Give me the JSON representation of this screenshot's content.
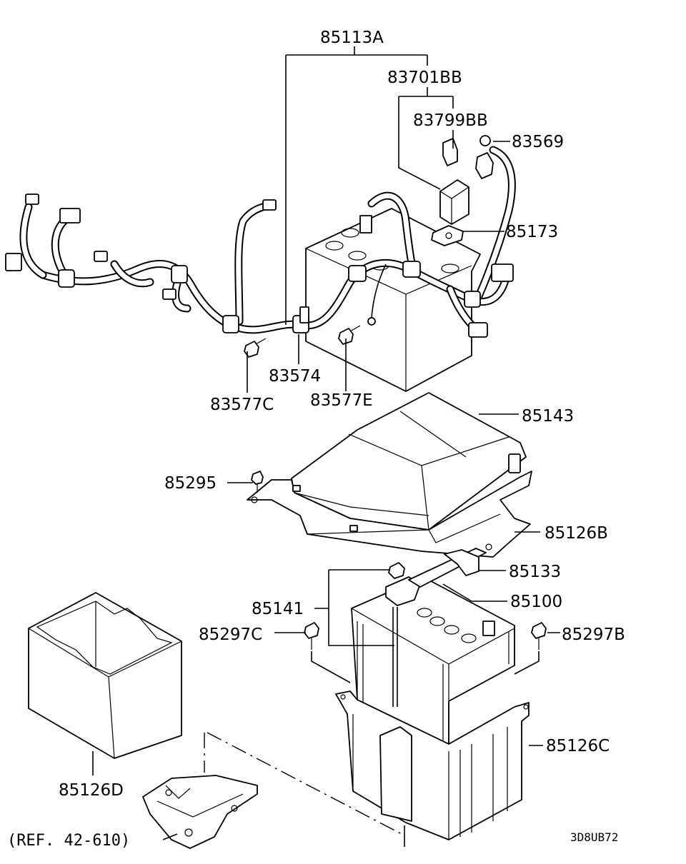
{
  "labels": {
    "p85113A": "85113A",
    "p83701BB": "83701BB",
    "p83799BB": "83799BB",
    "p83569": "83569",
    "p85173": "85173",
    "p83574": "83574",
    "p83577C": "83577C",
    "p83577E": "83577E",
    "p85143": "85143",
    "p85295": "85295",
    "p85126B": "85126B",
    "p85133": "85133",
    "p85100": "85100",
    "p85141": "85141",
    "p85297C": "85297C",
    "p85297B": "85297B",
    "p85126C": "85126C",
    "p85126D": "85126D"
  },
  "reference": "(REF. 42-610)",
  "diagram_code": "3D8UB72"
}
